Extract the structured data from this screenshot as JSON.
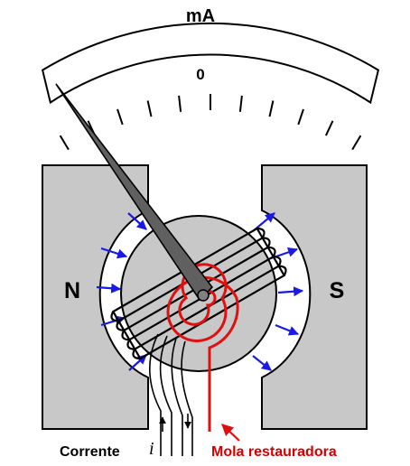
{
  "scale": {
    "unit": "mA",
    "zero_label": "0",
    "tick_count": 11
  },
  "magnets": {
    "north": "N",
    "south": "S"
  },
  "labels": {
    "current": "Corrente",
    "current_symbol": "i",
    "spring": "Mola restauradora"
  },
  "colors": {
    "magnet": "#c8c8c8",
    "field_arrows": "#1a1ae6",
    "spring": "#e01010",
    "outline": "#000000"
  }
}
